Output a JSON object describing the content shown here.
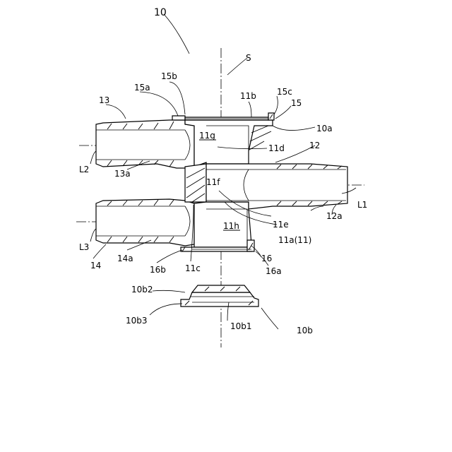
{
  "figure": {
    "ref_main": "10",
    "axis_s": "S",
    "axis_l1": "L1",
    "axis_l2": "L2",
    "axis_l3": "L3"
  },
  "labels": {
    "r11g": "11g",
    "r11h": "11h",
    "r11f": "11f",
    "r11b": "11b",
    "r11c": "11c",
    "r11d": "11d",
    "r11e": "11e",
    "r11a": "11a(11)",
    "r12": "12",
    "r12a": "12a",
    "r13": "13",
    "r13a": "13a",
    "r14": "14",
    "r14a": "14a",
    "r15": "15",
    "r15a": "15a",
    "r15b": "15b",
    "r15c": "15c",
    "r16": "16",
    "r16a": "16a",
    "r16b": "16b",
    "r10a": "10a",
    "r10b": "10b",
    "r10b1": "10b1",
    "r10b2": "10b2",
    "r10b3": "10b3"
  }
}
